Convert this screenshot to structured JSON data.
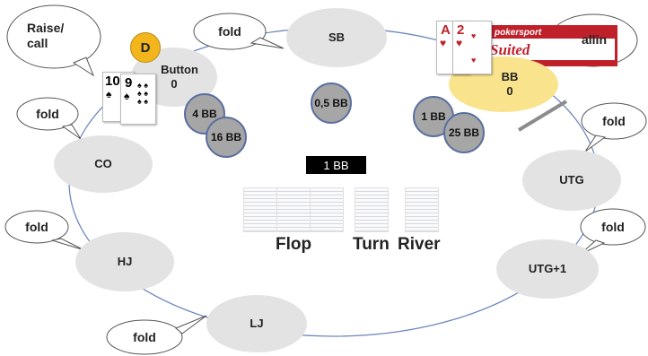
{
  "seats": {
    "sb": "SB",
    "bb_line1": "BB",
    "bb_line2": "0",
    "button_line1": "Button",
    "button_line2": "0",
    "co": "CO",
    "hj": "HJ",
    "lj": "LJ",
    "utg": "UTG",
    "utg1": "UTG+1"
  },
  "dealer_label": "D",
  "bubbles": {
    "button": "Raise/\ncall",
    "sb": "fold",
    "bb": "allin",
    "co": "fold",
    "hj": "fold",
    "lj": "fold",
    "utg": "fold",
    "utg1": "fold"
  },
  "chips": {
    "button_bet": "4 BB",
    "button_stack": "16 BB",
    "sb_bet": "0,5 BB",
    "bb_bet": "1 BB",
    "bb_stack": "25 BB"
  },
  "pot": "1 BB",
  "streets": {
    "flop": "Flop",
    "turn": "Turn",
    "river": "River"
  },
  "button_cards": [
    {
      "rank": "10",
      "suit": "♠"
    },
    {
      "rank": "9",
      "suit": "♠"
    }
  ],
  "bb_cards": [
    {
      "rank": "A",
      "suit": "♥"
    },
    {
      "rank": "2",
      "suit": "♥"
    }
  ],
  "banner_text": {
    "line1": "pokersport",
    "line2": "Suited"
  },
  "colors": {
    "seat_fill": "#e3e3e3",
    "allin_highlight": "#f9e38c",
    "chip_fill": "#a6a6a6",
    "chip_border": "#5a6fa0",
    "dealer_button": "#f2b51c",
    "table_outline": "#6e87bf",
    "pot_box": "#000000",
    "heart_red": "#c0202a",
    "banner_red": "#c0202a"
  }
}
